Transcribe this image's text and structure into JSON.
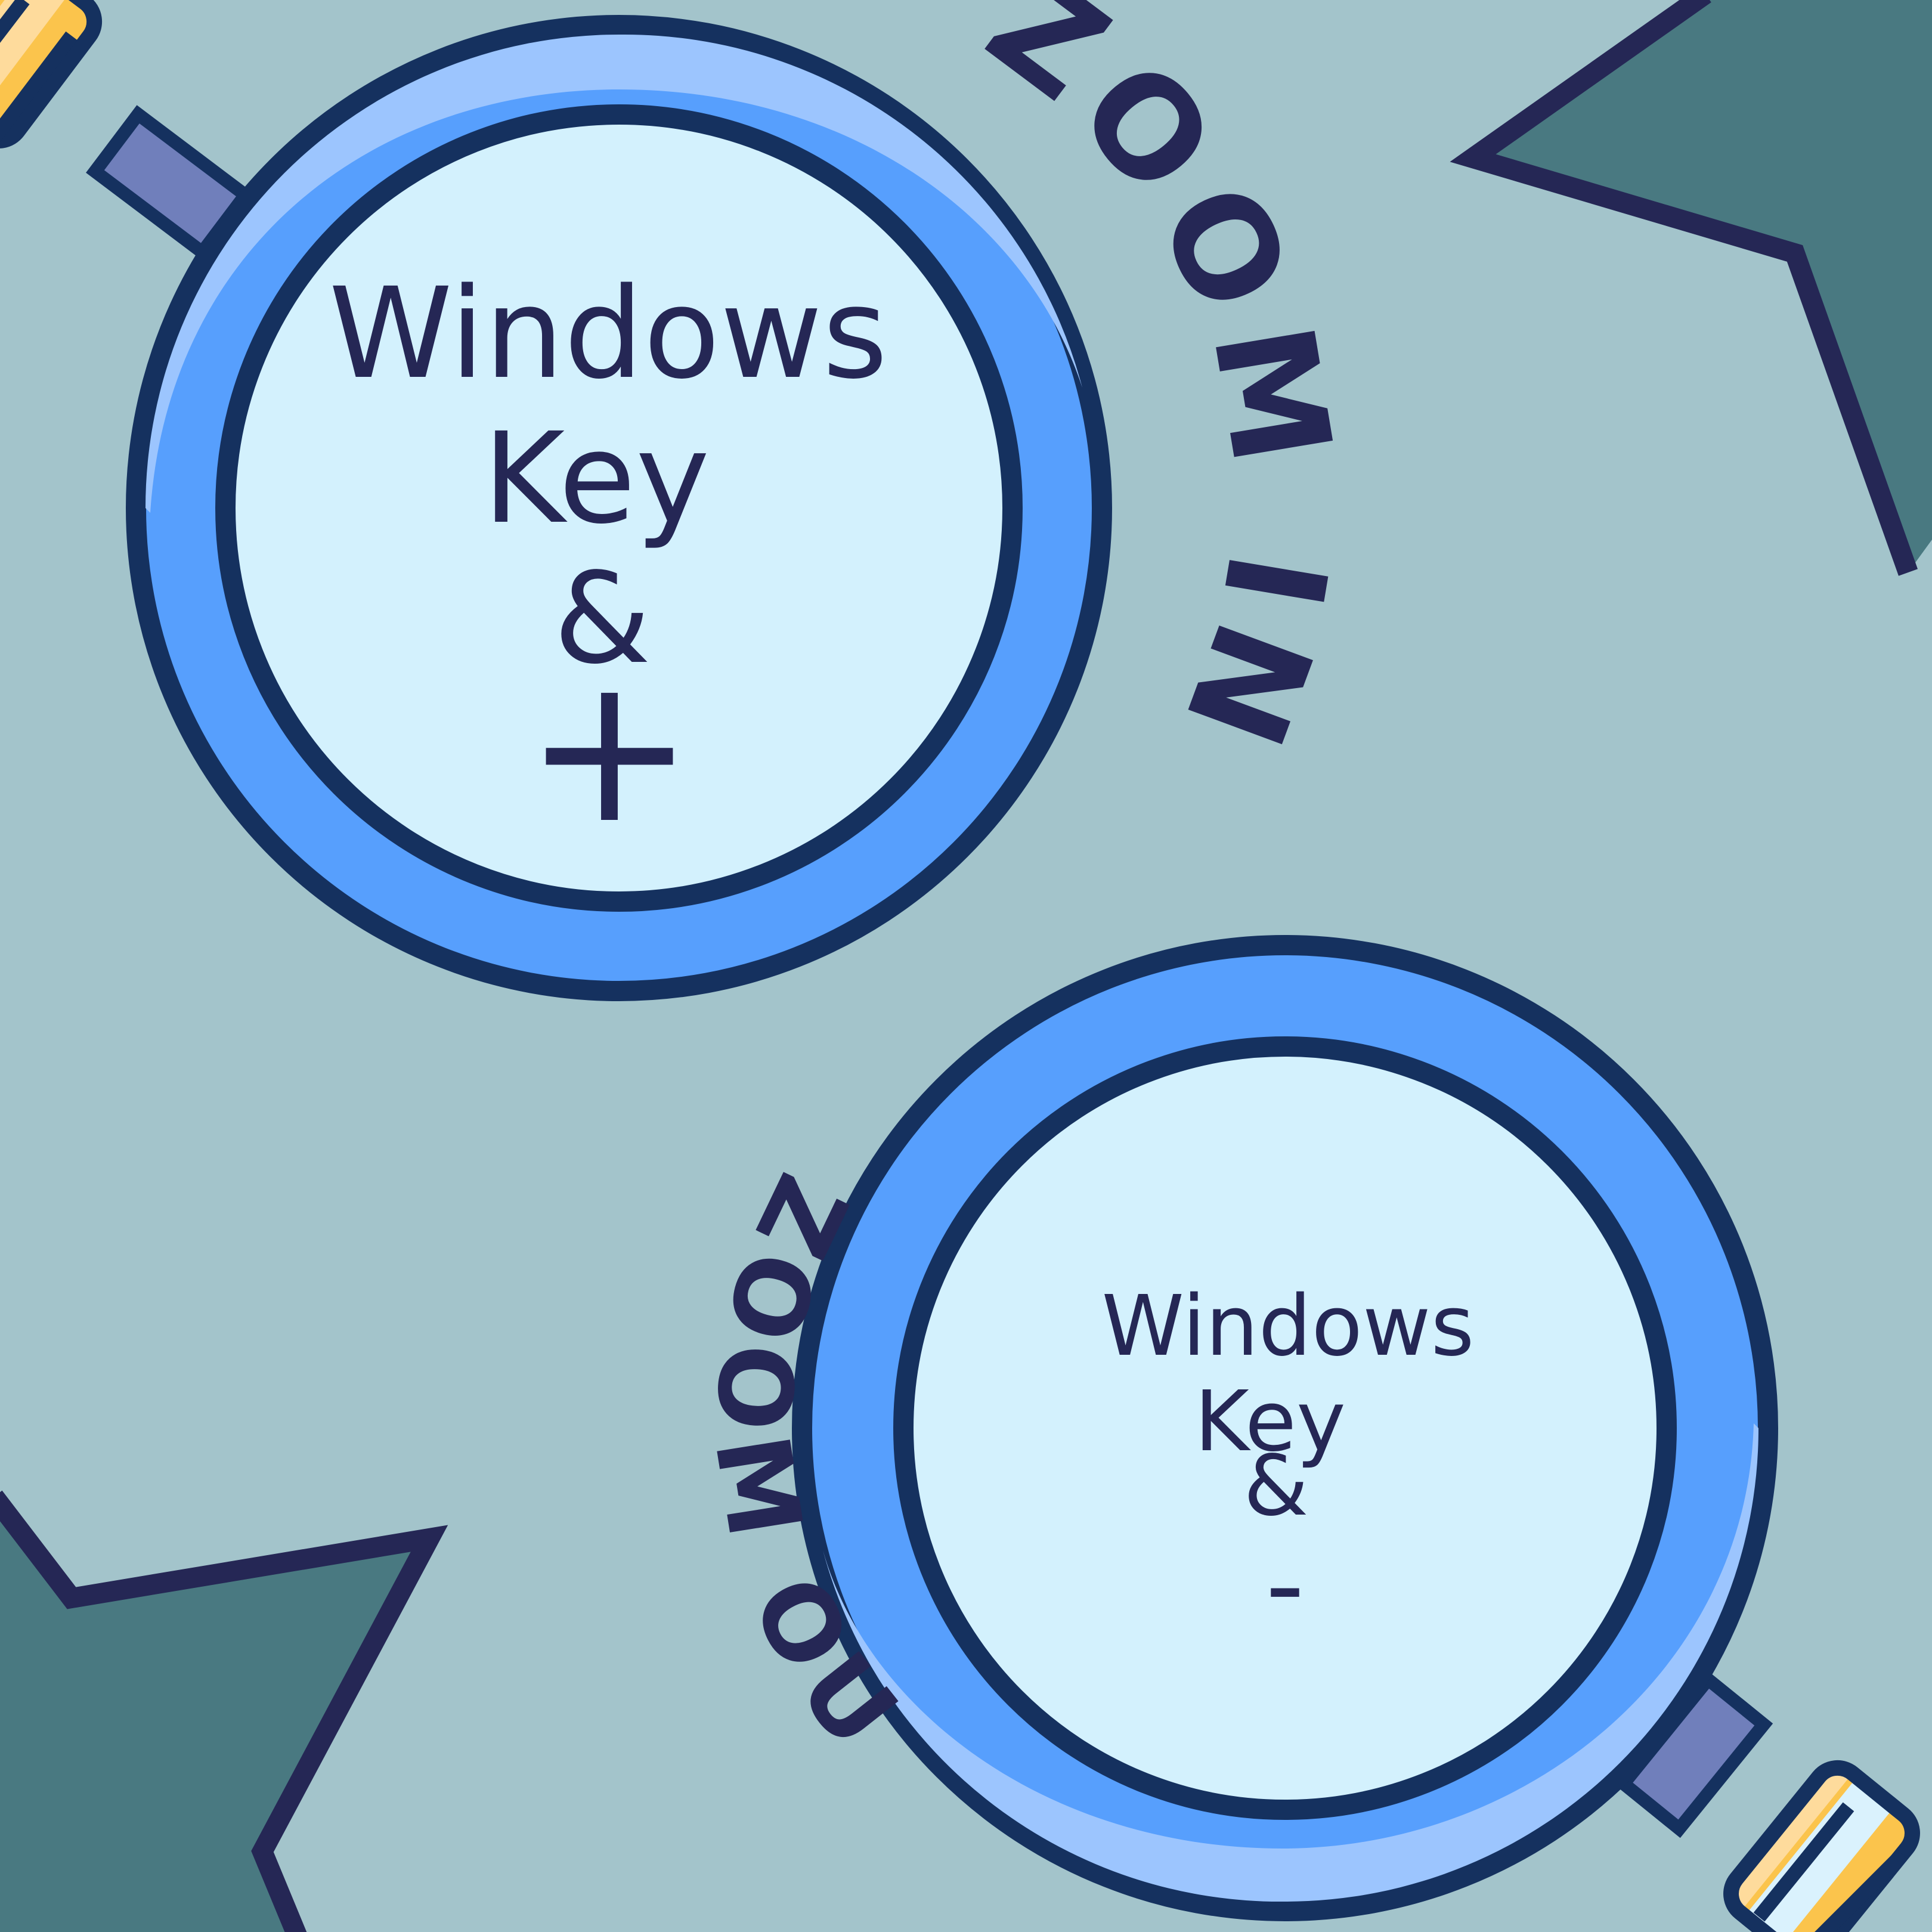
{
  "zoom_in": {
    "arc_label": "ZOOM IN",
    "line1": "Windows",
    "line2": "Key",
    "line3": "&",
    "symbol": "+"
  },
  "zoom_out": {
    "arc_label": "ZOOM OUT",
    "line1": "Windows",
    "line2": "Key",
    "line3": "&",
    "symbol": "-"
  },
  "colors": {
    "background": "#a3c4cb",
    "outline": "#15315f",
    "lens_ring": "#579ffd",
    "lens_highlight": "#9cc5fe",
    "lens_glass": "#d3f1fd",
    "text": "#252755",
    "handle_collar": "#707fbb",
    "handle_yellow": "#fbc44c",
    "handle_light": "#fedb9c",
    "star_fill": "#497981",
    "star_outline": "#252755"
  },
  "icons": [
    "magnifier-icon",
    "magnifier-icon",
    "star-shape",
    "star-shape"
  ]
}
